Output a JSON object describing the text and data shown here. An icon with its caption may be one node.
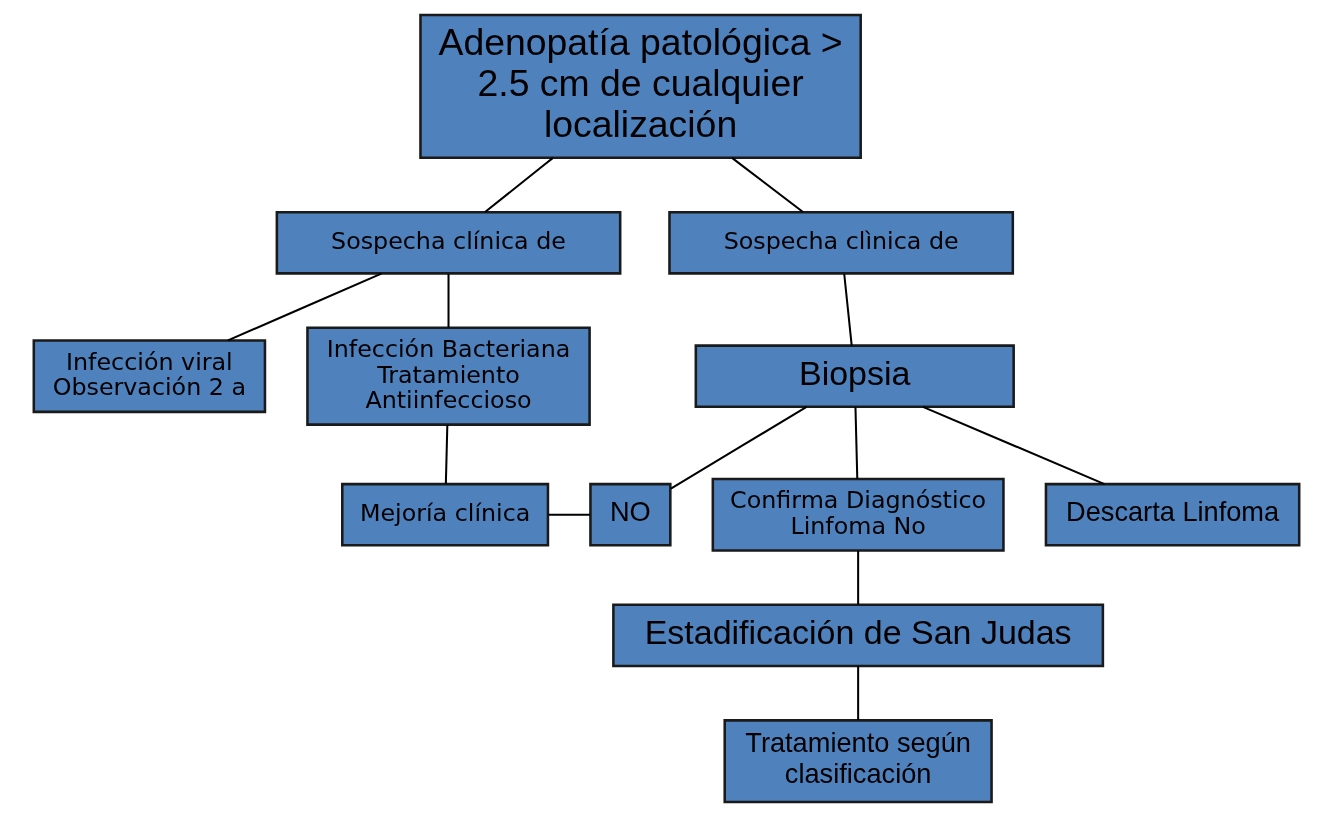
{
  "diagram": {
    "nodes": [
      {
        "text": [
          "Adenopatía patológica > 2.5 cm de cualquier localización"
        ]
      },
      {
        "text": [
          "Sospecha clínica de"
        ]
      },
      {
        "text": [
          "Sospecha clìnica de"
        ]
      },
      {
        "text": [
          "Infección viral Observación 2 a"
        ]
      },
      {
        "text": [
          "Infección Bacteriana Tratamiento Antiinfeccioso"
        ]
      },
      {
        "text": [
          "Biopsia"
        ]
      },
      {
        "text": [
          "Mejoría clínica"
        ]
      },
      {
        "text": [
          "NO"
        ]
      },
      {
        "text": [
          "Confirma Diagnóstico Linfoma No"
        ]
      },
      {
        "text": [
          "Descarta Linfoma"
        ]
      },
      {
        "text": [
          "Estadificación de San Judas"
        ]
      },
      {
        "text": [
          "Tratamiento según clasificación"
        ]
      }
    ],
    "edges": [
      {
        "from": 0,
        "to": 1,
        "arrow": "none"
      },
      {
        "from": 0,
        "to": 2,
        "arrow": "none"
      },
      {
        "from": 1,
        "to": 3,
        "arrow": "none"
      },
      {
        "from": 1,
        "to": 4,
        "arrow": "none"
      },
      {
        "from": 2,
        "to": 5,
        "arrow": "none"
      },
      {
        "from": 4,
        "to": 6,
        "arrow": "none"
      },
      {
        "from": 6,
        "to": 7,
        "arrow": "none"
      },
      {
        "from": 7,
        "to": 5,
        "arrow": "none"
      },
      {
        "from": 5,
        "to": 8,
        "arrow": "none"
      },
      {
        "from": 5,
        "to": 9,
        "arrow": "none"
      },
      {
        "from": 8,
        "to": 10,
        "arrow": "none"
      },
      {
        "from": 10,
        "to": 11,
        "arrow": "none"
      }
    ]
  }
}
